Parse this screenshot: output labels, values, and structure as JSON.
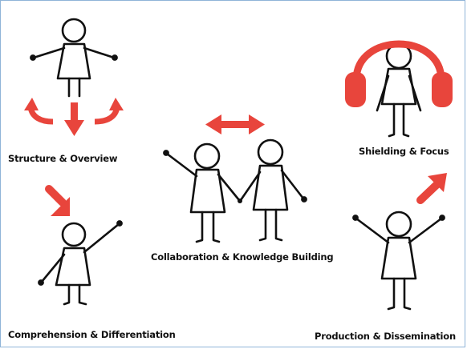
{
  "labels": {
    "structure": "Structure & Overview",
    "shielding": "Shielding & Focus",
    "collaboration": "Collaboration & Knowledge Building",
    "comprehension": "Comprehension & Differentiation",
    "production": "Production & Dissemination"
  },
  "colors": {
    "accent": "#e8453c",
    "ink": "#111111",
    "border": "#8fb4d8"
  }
}
